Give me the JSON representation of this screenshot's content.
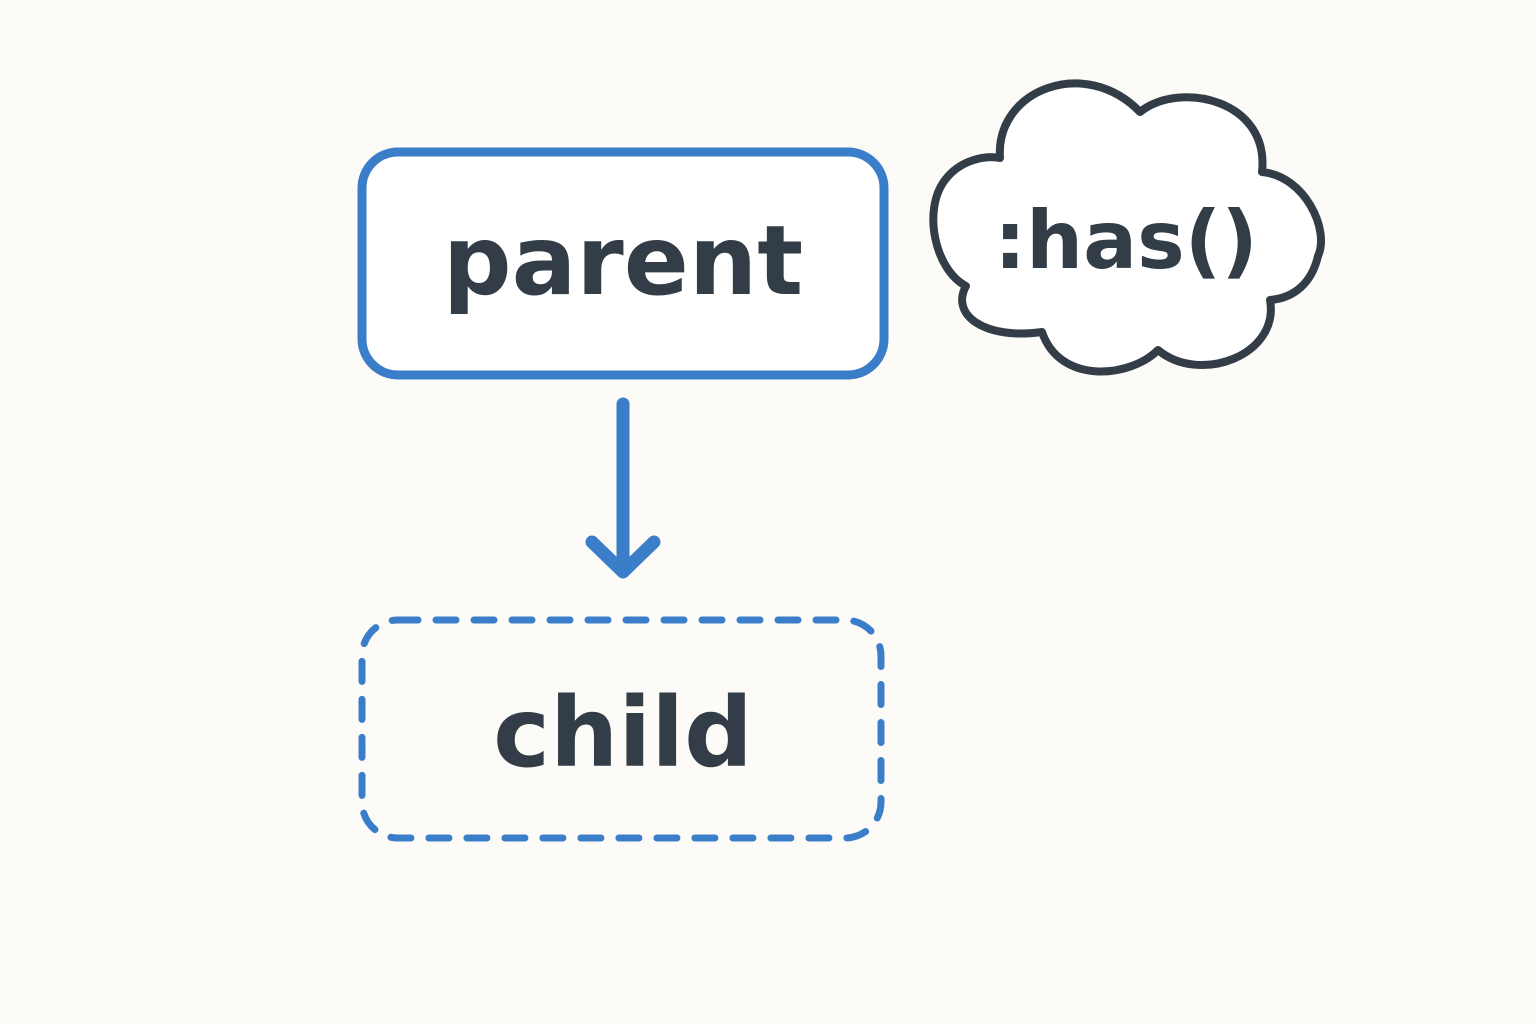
{
  "diagram": {
    "parent_label": "parent",
    "child_label": "child",
    "selector_label": ":has()"
  },
  "colors": {
    "background": "#fdfbf7",
    "accent_blue": "#3a7dc9",
    "text_dark": "#333d47",
    "box_fill": "#ffffff"
  },
  "icons": {
    "arrow": "arrow-down-icon",
    "cloud": "cloud-icon"
  }
}
